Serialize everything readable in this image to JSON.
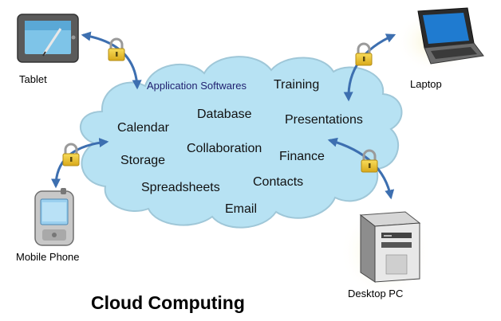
{
  "title": "Cloud Computing",
  "devices": {
    "tablet": "Tablet",
    "laptop": "Laptop",
    "mobile": "Mobile Phone",
    "desktop": "Desktop PC"
  },
  "services": {
    "application_softwares": "Application Softwares",
    "training": "Training",
    "database": "Database",
    "calendar": "Calendar",
    "presentations": "Presentations",
    "collaboration": "Collaboration",
    "finance": "Finance",
    "storage": "Storage",
    "contacts": "Contacts",
    "spreadsheets": "Spreadsheets",
    "email": "Email"
  },
  "colors": {
    "cloud_fill": "#b7e2f3",
    "cloud_stroke": "#9fc7d8",
    "arrow": "#3d6fb0",
    "lock_body": "#f2c933",
    "device_highlight": "#f3ecc0"
  },
  "icons": {
    "lock": "padlock-icon",
    "tablet": "tablet-icon",
    "laptop": "laptop-icon",
    "mobile": "mobile-phone-icon",
    "desktop": "desktop-pc-icon"
  }
}
